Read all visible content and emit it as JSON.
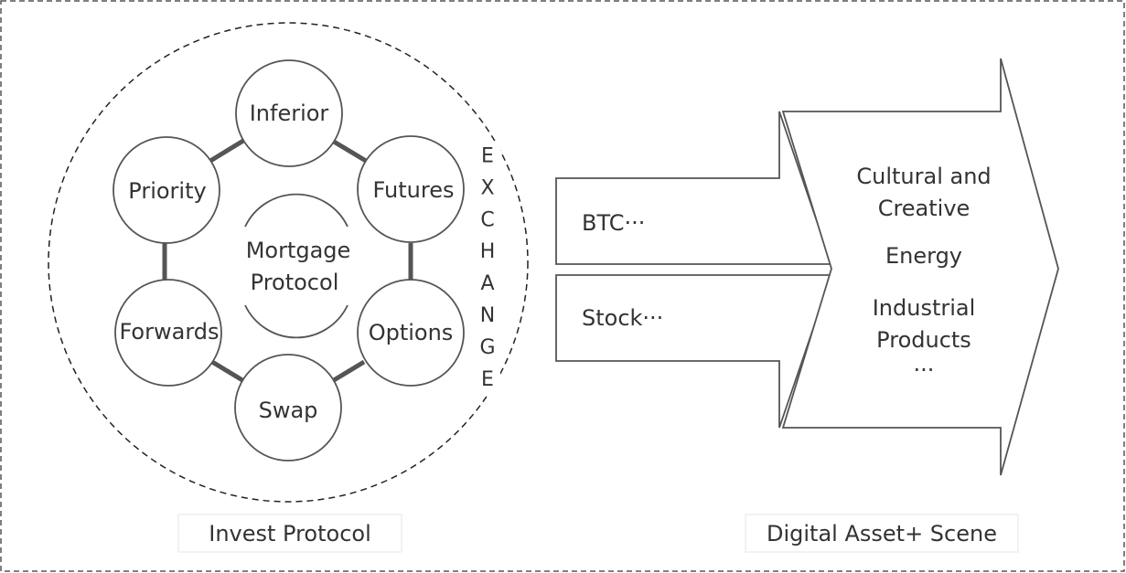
{
  "protocol_nodes": {
    "inferior": "Inferior",
    "futures": "Futures",
    "options": "Options",
    "swap": "Swap",
    "forwards": "Forwards",
    "priority": "Priority"
  },
  "center": {
    "line1": "Mortgage",
    "line2": "Protocol"
  },
  "exchange_letters": [
    "E",
    "X",
    "C",
    "H",
    "A",
    "N",
    "G",
    "E"
  ],
  "inputs": {
    "btc": "BTC···",
    "stock": "Stock···"
  },
  "scenes": {
    "cultural_line1": "Cultural and",
    "cultural_line2": "Creative",
    "energy": "Energy",
    "industrial_line1": "Industrial",
    "industrial_line2": "Products",
    "more": "···"
  },
  "captions": {
    "invest_protocol": "Invest Protocol",
    "digital_asset_scene": "Digital Asset+ Scene"
  }
}
